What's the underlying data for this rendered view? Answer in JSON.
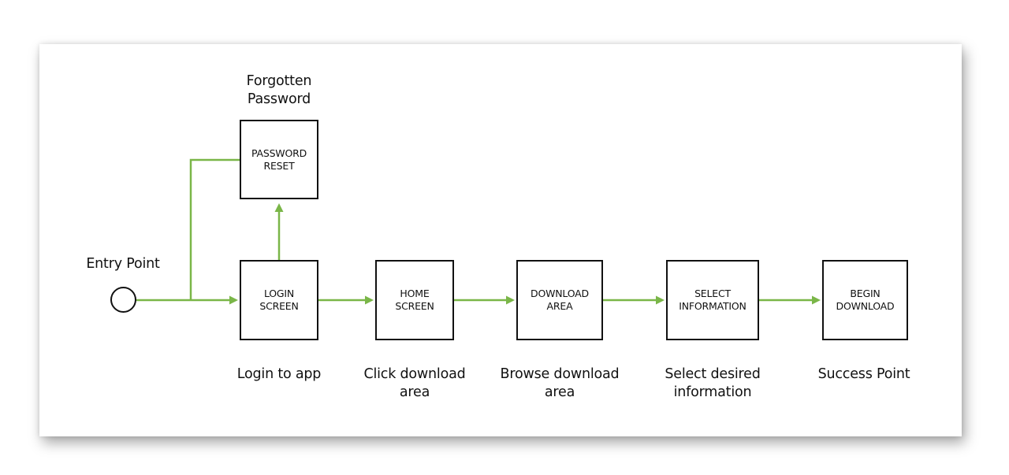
{
  "colors": {
    "connector": "#7ab648",
    "box_border": "#111111",
    "text": "#111111"
  },
  "entry": {
    "label": "Entry Point"
  },
  "nodes": {
    "password_reset": {
      "label": "PASSWORD\nRESET",
      "caption": "Forgotten\nPassword"
    },
    "login_screen": {
      "label": "LOGIN\nSCREEN",
      "caption": "Login to app"
    },
    "home_screen": {
      "label": "HOME\nSCREEN",
      "caption": "Click download\narea"
    },
    "download_area": {
      "label": "DOWNLOAD\nAREA",
      "caption": "Browse download\narea"
    },
    "select_information": {
      "label": "SELECT\nINFORMATION",
      "caption": "Select desired\ninformation"
    },
    "begin_download": {
      "label": "BEGIN\nDOWNLOAD",
      "caption": "Success Point"
    }
  }
}
